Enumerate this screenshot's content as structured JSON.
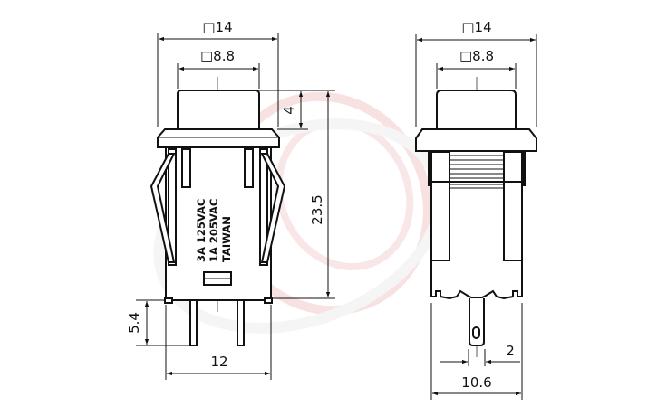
{
  "drawing": {
    "subject": "push-button switch dimension drawing",
    "units": "mm",
    "watermark_color": "#f3c9c9",
    "line_color": "#111111"
  },
  "left_view": {
    "dims": {
      "outer_square": "□14",
      "cap_square": "□8.8",
      "cap_height": "4",
      "body_height": "23.5",
      "pin_length": "5.4",
      "base_width": "12"
    },
    "markings": {
      "line1": "3A  125VAC",
      "line2": "1A  205VAC",
      "line3": "TAIWAN"
    }
  },
  "right_view": {
    "dims": {
      "outer_square": "□14",
      "cap_square": "□8.8",
      "terminal_width": "2",
      "base_width": "10.6"
    }
  }
}
